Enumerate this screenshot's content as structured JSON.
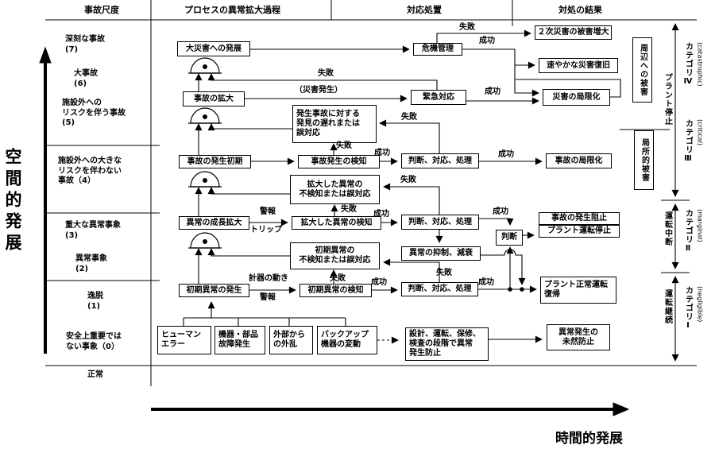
{
  "headers": {
    "scale": "事故尺度",
    "process": "プロセスの異常拡大過程",
    "response": "対応処置",
    "result": "対処の結果"
  },
  "axes": {
    "vertical": "空間的発展",
    "horizontal": "時間的発展"
  },
  "scale": {
    "levels": [
      "深刻な事故\n(7)",
      "大事故\n(6)",
      "施設外への\nリスクを伴う事故\n(5)",
      "施設外への大きな\nリスクを伴わない\n事故（4）",
      "重大な異常事象\n(3)",
      "異常事象\n(2)",
      "逸脱\n(1)",
      "安全上重要では\nない事象（0）",
      "正常"
    ]
  },
  "process": {
    "major_disaster": "大災害への発展",
    "accident_expansion": "事故の拡大",
    "accident_initial": "事故の発生初期",
    "abnormality_growth": "異常の成長拡大",
    "initial_abnormality": "初期異常の発生"
  },
  "causes": {
    "human": "ヒューマン\nエラー",
    "equipment": "機器・部品\n故障発生",
    "external": "外部から\nの外乱",
    "backup": "バックアップ\n機器の変動"
  },
  "errors": {
    "accident_response_error": "発生事故に対する\n発見の遅れまたは\n誤対応",
    "expanded_undetected": "拡大した異常の\n不検知または誤対応",
    "initial_undetected": "初期異常の\n不検知または誤対応"
  },
  "detection": {
    "accident": "事故発生の検知",
    "expanded": "拡大した異常の検知",
    "initial": "初期異常の検知"
  },
  "response": {
    "crisis": "危機管理",
    "emergency": "緊急対応",
    "judge2": "判断、対応、処理",
    "judge3": "判断、対応、処理",
    "judge4": "判断、対応、処理",
    "judgment": "判断",
    "suppression": "異常の抑制、減衰",
    "prevention_design": "設計、運転、保修、\n検査の段階で異常\n発生防止"
  },
  "outcomes": {
    "secondary": "２次災害の被害増大",
    "recovery": "速やかな災害復旧",
    "disaster_localization": "災害の局限化",
    "accident_localization": "事故の局限化",
    "accident_prevention": "事故の発生阻止",
    "plant_shutdown": "プラント運転停止",
    "normal_return": "プラント正常運転\n復帰",
    "prevention": "異常発生の\n未然防止"
  },
  "zones": {
    "surrounding": "周辺への被害",
    "local": "局所的被害"
  },
  "margin": {
    "plant_stop": "プラント停止",
    "interrupt": "運転中断",
    "continue_op": "運転継続",
    "cat4": "カテゴリⅣ",
    "cat4_en": "(catastrophic)",
    "cat3": "カテゴリⅢ",
    "cat3_en": "(critical)",
    "cat2": "カテゴリⅡ",
    "cat2_en": "(marginal)",
    "cat1": "カテゴリⅠ",
    "cat1_en": "(negligible)"
  },
  "edge_labels": {
    "fail": "失敗",
    "success": "成功",
    "disaster_occur": "（災害発生）",
    "alarm": "警報",
    "trip": "トリップ",
    "instrument": "計器の動き"
  }
}
